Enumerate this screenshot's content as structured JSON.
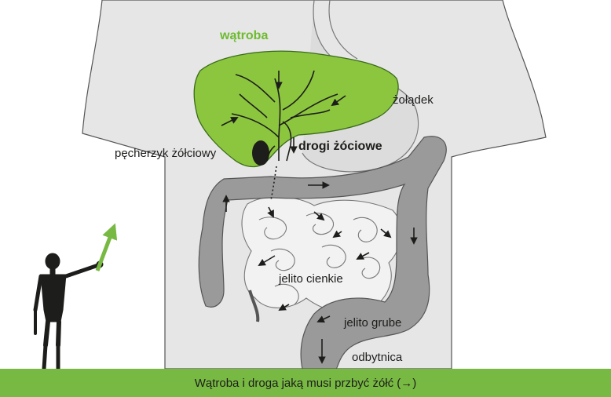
{
  "labels": {
    "liver": "wątroba",
    "stomach": "żołądek",
    "gallbladder": "pęcherzyk żółciowy",
    "bile_ducts": "drogi żóciowe",
    "small_intestine": "jelito cienkie",
    "large_intestine": "jelito grube",
    "rectum": "odbytnica"
  },
  "caption": "Wątroba i droga jaką musi przbyć żółć (→)",
  "colors": {
    "liver_green": "#8cc63f",
    "liver_label": "#6dbb2f",
    "bar_green": "#78b943",
    "torso": "#e6e6e6",
    "intestine": "#9a9a9a",
    "figure": "#1d1d1b"
  },
  "icons": {
    "pointer": "green-arrow-icon",
    "figure": "skeleton-figure-icon"
  }
}
